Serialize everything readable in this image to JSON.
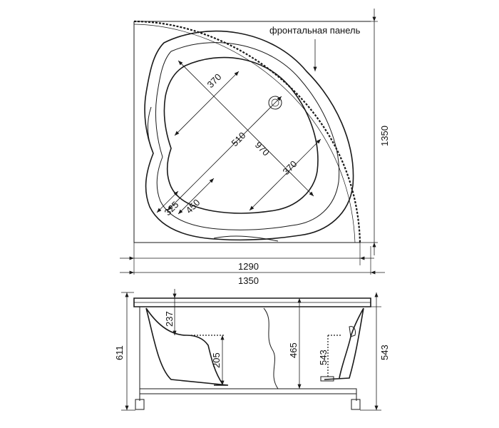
{
  "labels": {
    "front_panel": "фронтальная панель"
  },
  "top_view": {
    "dim_370_a": "370",
    "dim_510": "510",
    "dim_970": "970",
    "dim_370_b": "370",
    "dim_325": "325",
    "dim_450": "450",
    "dim_1350_side": "1350",
    "dim_1290": "1290",
    "dim_1350_bottom": "1350"
  },
  "side_view": {
    "dim_237": "237",
    "dim_205": "205",
    "dim_465": "465",
    "dim_543_inner": "543",
    "dim_611": "611",
    "dim_543_outer": "543"
  }
}
